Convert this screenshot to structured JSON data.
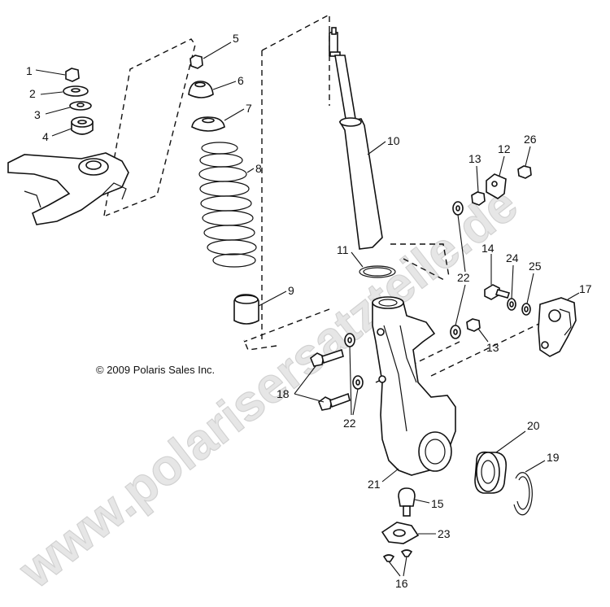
{
  "copyright": "© 2009 Polaris Sales Inc.",
  "watermark": "www.polarisersatzteile.de",
  "callouts": {
    "c1": "1",
    "c2": "2",
    "c3": "3",
    "c4": "4",
    "c5": "5",
    "c6": "6",
    "c7": "7",
    "c8": "8",
    "c9": "9",
    "c10": "10",
    "c11": "11",
    "c12": "12",
    "c13a": "13",
    "c13b": "13",
    "c14": "14",
    "c15": "15",
    "c16": "16",
    "c17": "17",
    "c18": "18",
    "c19": "19",
    "c20": "20",
    "c21": "21",
    "c22a": "22",
    "c22b": "22",
    "c23": "23",
    "c24": "24",
    "c25": "25",
    "c26": "26"
  }
}
